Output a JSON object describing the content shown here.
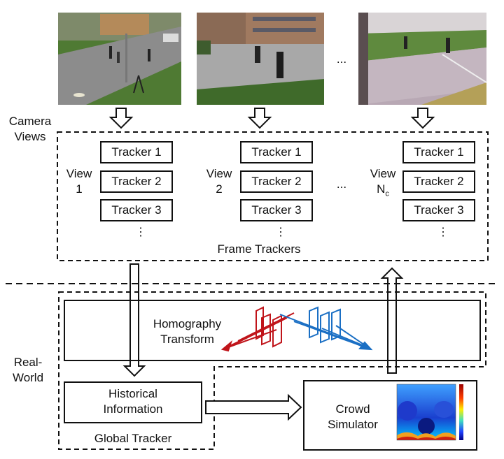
{
  "side_labels": {
    "camera_views": [
      "Camera",
      "Views"
    ],
    "real_world": [
      "Real-",
      "World"
    ]
  },
  "ellipsis": "...",
  "views": [
    {
      "label_line1": "View",
      "label_line2": "1",
      "subscript": "",
      "trackers": [
        "Tracker 1",
        "Tracker 2",
        "Tracker 3"
      ],
      "more": "⋮"
    },
    {
      "label_line1": "View",
      "label_line2": "2",
      "subscript": "",
      "trackers": [
        "Tracker 1",
        "Tracker 2",
        "Tracker 3"
      ],
      "more": "⋮"
    },
    {
      "label_line1": "View",
      "label_line2": "N",
      "subscript": "c",
      "trackers": [
        "Tracker 1",
        "Tracker 2",
        "Tracker 3"
      ],
      "more": "⋮"
    }
  ],
  "frame_trackers": "Frame Trackers",
  "homography": [
    "Homography",
    "Transform"
  ],
  "historical": [
    "Historical",
    "Information"
  ],
  "global_tracker": "Global Tracker",
  "crowd": [
    "Crowd",
    "Simulator"
  ],
  "colors": {
    "red": "#c0141a",
    "blue": "#1a6fc4"
  }
}
